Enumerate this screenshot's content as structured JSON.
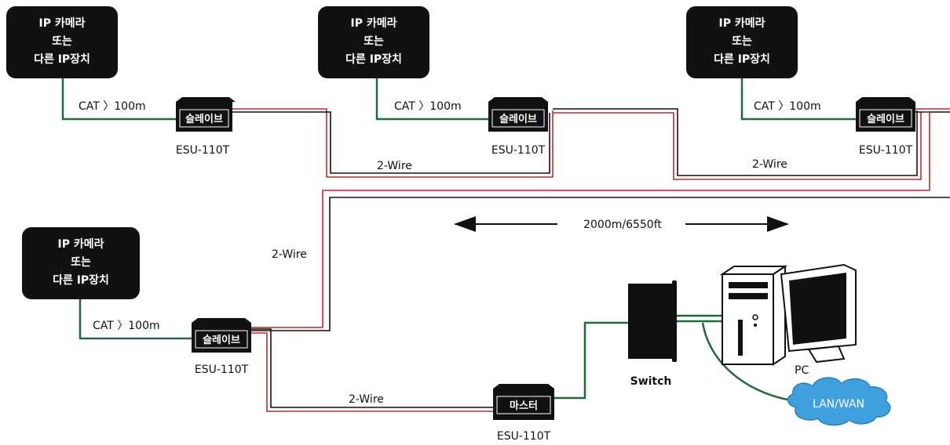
{
  "diagram": {
    "cameras": [
      {
        "line1": "IP 카메라",
        "line2": "또는",
        "line3": "다른 IP장치"
      },
      {
        "line1": "IP 카메라",
        "line2": "또는",
        "line3": "다른 IP장치"
      },
      {
        "line1": "IP 카메라",
        "line2": "또는",
        "line3": "다른 IP장치"
      },
      {
        "line1": "IP 카메라",
        "line2": "또는",
        "line3": "다른 IP장치"
      }
    ],
    "cat_label": "CAT 〉100m",
    "slave_label": "슬레이브",
    "master_label": "마스터",
    "model_label": "ESU-110T",
    "wire_label": "2-Wire",
    "distance_label": "2000m/6550ft",
    "switch_label": "Switch",
    "pc_label": "PC",
    "cloud_label": "LAN/WAN",
    "colors": {
      "box": "#111111",
      "green_cable": "#1e6b3a",
      "red_wire": "#c0282c",
      "cloud": "#3fa0e0"
    }
  }
}
